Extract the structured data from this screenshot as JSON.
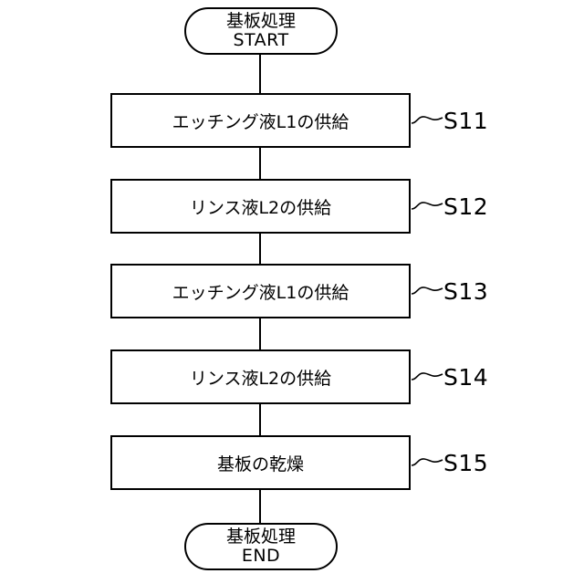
{
  "diagram": {
    "type": "flowchart",
    "orientation": "vertical",
    "background_color": "#ffffff",
    "line_color": "#000000",
    "start": {
      "shape": "terminator",
      "line1": "基板処理",
      "line2": "START"
    },
    "end": {
      "shape": "terminator",
      "line1": "基板処理",
      "line2": "END"
    },
    "steps": [
      {
        "code": "S11",
        "label": "エッチング液L1の供給"
      },
      {
        "code": "S12",
        "label": "リンス液L2の供給"
      },
      {
        "code": "S13",
        "label": "エッチング液L1の供給"
      },
      {
        "code": "S14",
        "label": "リンス液L2の供給"
      },
      {
        "code": "S15",
        "label": "基板の乾燥"
      }
    ]
  }
}
